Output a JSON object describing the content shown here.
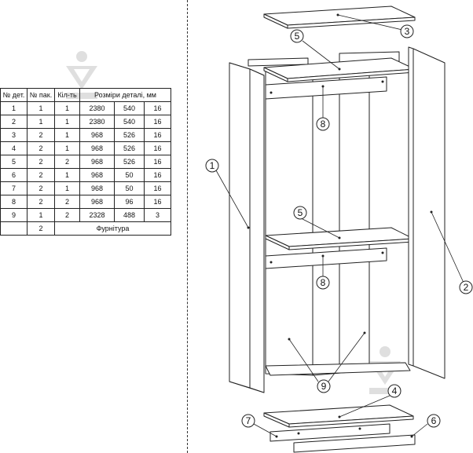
{
  "table": {
    "headers": [
      "№ дет.",
      "№ пак.",
      "Кіл-ть",
      "Розміри деталі, мм"
    ],
    "rows": [
      [
        "1",
        "1",
        "1",
        "2380",
        "540",
        "16"
      ],
      [
        "2",
        "1",
        "1",
        "2380",
        "540",
        "16"
      ],
      [
        "3",
        "2",
        "1",
        "968",
        "526",
        "16"
      ],
      [
        "4",
        "2",
        "1",
        "968",
        "526",
        "16"
      ],
      [
        "5",
        "2",
        "2",
        "968",
        "526",
        "16"
      ],
      [
        "6",
        "2",
        "1",
        "968",
        "50",
        "16"
      ],
      [
        "7",
        "2",
        "1",
        "968",
        "50",
        "16"
      ],
      [
        "8",
        "2",
        "2",
        "968",
        "96",
        "16"
      ],
      [
        "9",
        "1",
        "2",
        "2328",
        "488",
        "3"
      ]
    ],
    "hardware_row": {
      "package": "2",
      "label": "Фурнітура"
    }
  },
  "callouts": [
    "1",
    "2",
    "3",
    "4",
    "5",
    "5",
    "6",
    "7",
    "8",
    "8",
    "9"
  ]
}
